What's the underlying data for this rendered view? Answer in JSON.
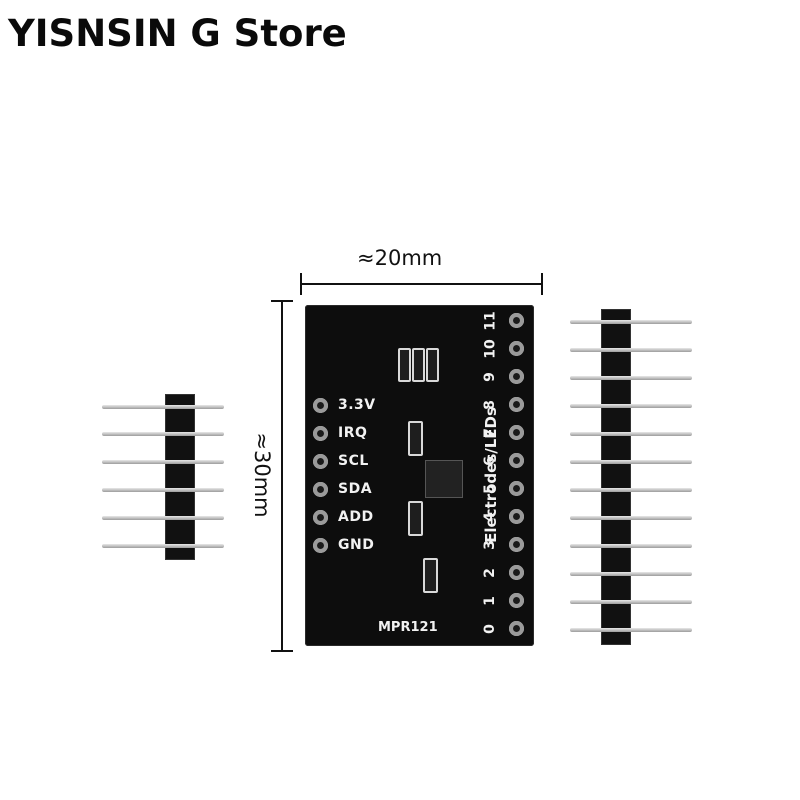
{
  "store": {
    "title": "YISNSIN G Store"
  },
  "dimensions": {
    "width_label": "≈20mm",
    "height_label": "≈30mm"
  },
  "board": {
    "model": "MPR121",
    "pin_labels": [
      "3.3V",
      "IRQ",
      "SCL",
      "SDA",
      "ADD",
      "GND"
    ],
    "electrode_label": "Electrodes/LEDs",
    "electrode_numbers": [
      "11",
      "10",
      "9",
      "8",
      "7",
      "6",
      "5",
      "4",
      "3",
      "2",
      "1",
      "0"
    ]
  },
  "colors": {
    "pcb": "#0d0d0d",
    "pin_metal": "#c8c8c8",
    "background": "#ffffff"
  },
  "headers": {
    "short_pin_count": 6,
    "long_pin_count": 12
  }
}
